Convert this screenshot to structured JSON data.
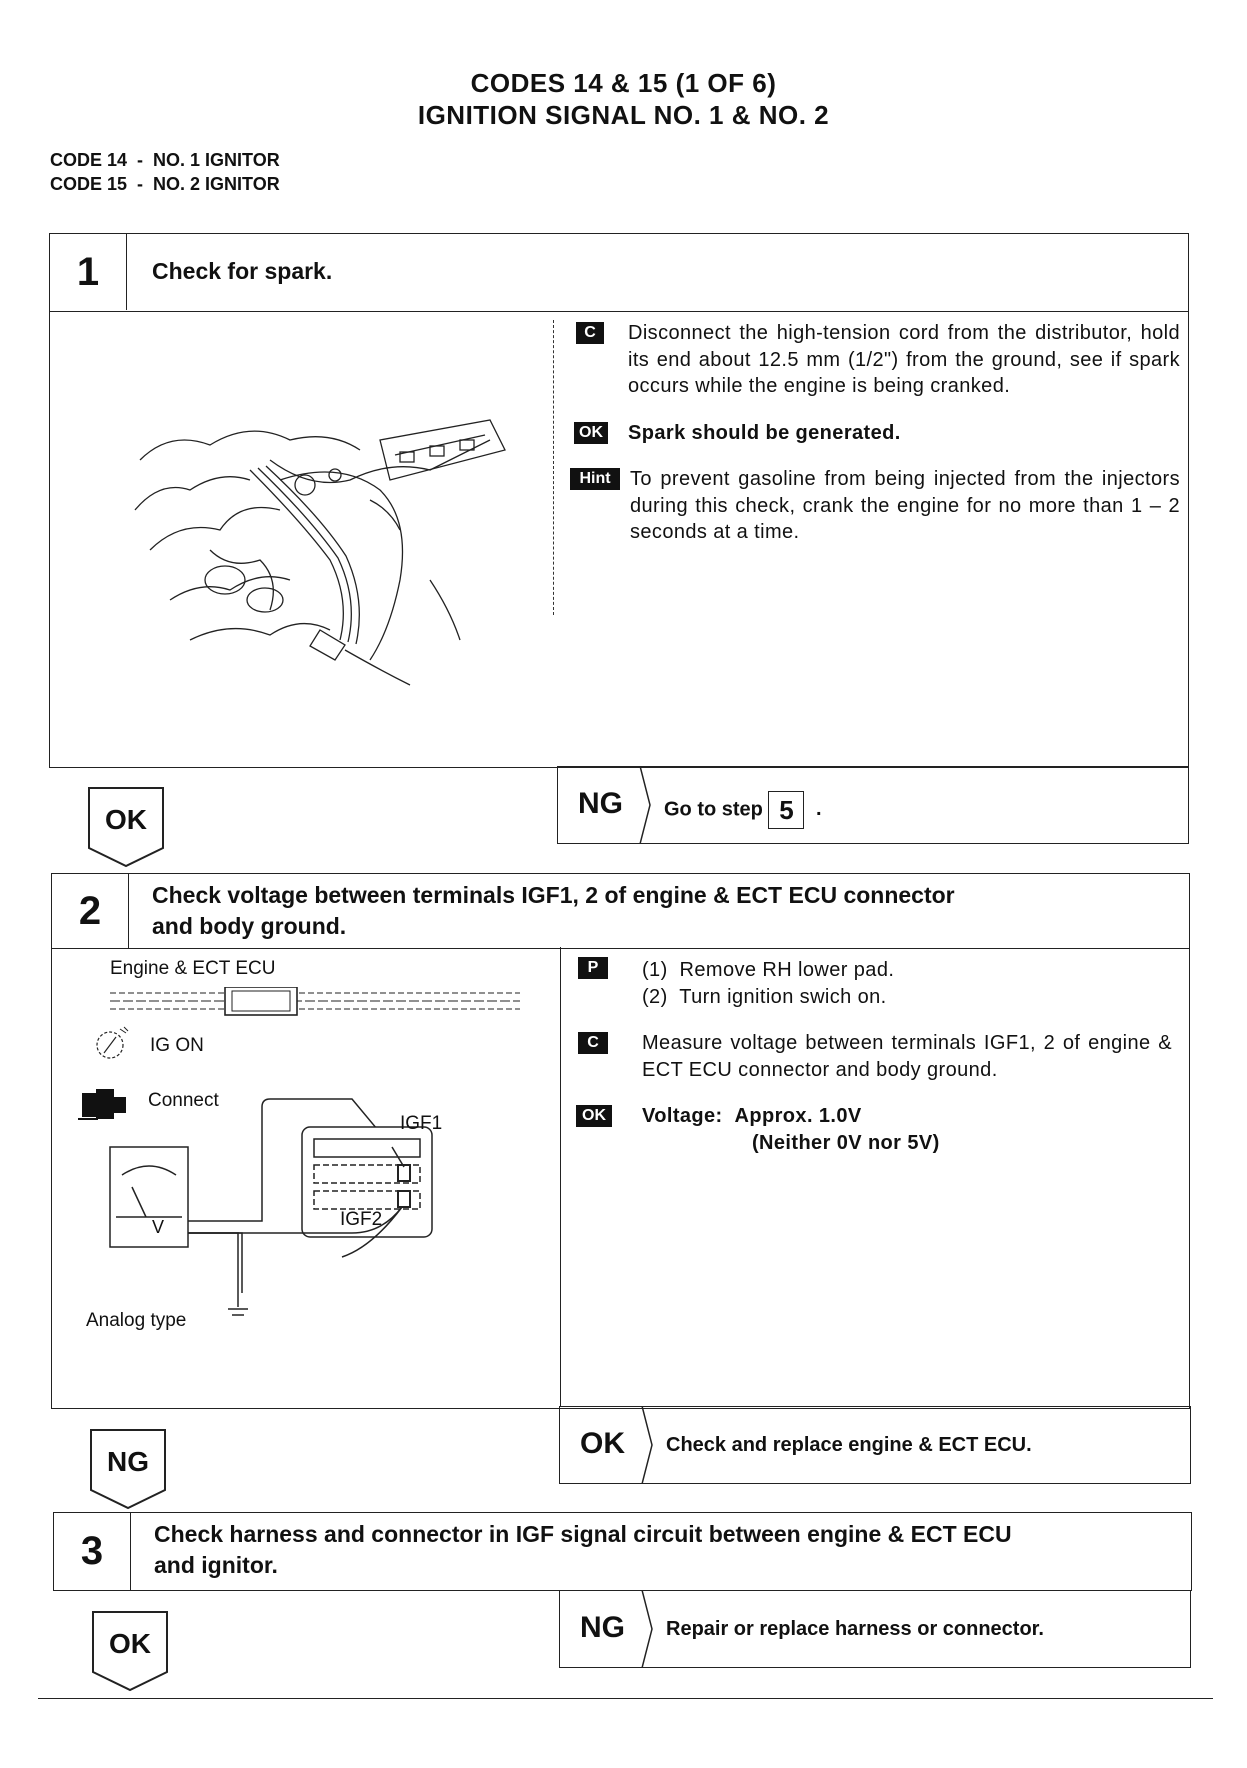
{
  "header": {
    "title_line1": "CODES 14 & 15 (1 OF 6)",
    "title_line2": "IGNITION SIGNAL NO. 1 & NO. 2",
    "code_lines": [
      "CODE 14  -  NO. 1 IGNITOR",
      "CODE 15  -  NO. 2 IGNITOR"
    ]
  },
  "step1": {
    "number": "1",
    "title": "Check for spark.",
    "c_tag": "C",
    "c_text": "Disconnect the high-tension cord from the distributor, hold its end about 12.5 mm (1/2\") from the ground, see if spark occurs while the engine is being cranked.",
    "ok_tag": "OK",
    "ok_text": "Spark should be generated.",
    "hint_tag": "Hint",
    "hint_text": "To prevent gasoline from being injected from the injectors during this check, crank the engine for no more than 1 – 2 seconds at a time.",
    "ok_shield": "OK",
    "ng_label": "NG",
    "ng_text": "Go to step",
    "ng_step": "5",
    "ng_period": "."
  },
  "step2": {
    "number": "2",
    "title_line1": "Check voltage between terminals IGF1, 2 of engine & ECT ECU connector",
    "title_line2": "and body ground.",
    "diagram": {
      "ecu_label": "Engine & ECT ECU",
      "ig_on": "IG ON",
      "connect": "Connect",
      "igf1": "IGF1",
      "igf2": "IGF2",
      "meter_v": "V",
      "analog": "Analog type"
    },
    "p_tag": "P",
    "p_items": [
      "(1)  Remove RH lower pad.",
      "(2)  Turn ignition swich on."
    ],
    "c_tag": "C",
    "c_text": "Measure voltage between terminals IGF1, 2 of engine & ECT ECU connector and body ground.",
    "ok_tag": "OK",
    "ok_label": "Voltage:",
    "ok_value1": "Approx. 1.0V",
    "ok_value2": "(Neither 0V nor 5V)",
    "ng_shield": "NG",
    "ok_label_result": "OK",
    "ok_result_text": "Check and replace engine & ECT ECU."
  },
  "step3": {
    "number": "3",
    "title_line1": "Check harness and connector in IGF signal circuit between engine & ECT ECU",
    "title_line2": "and ignitor.",
    "ok_shield": "OK",
    "ng_label": "NG",
    "ng_text": "Repair or replace harness or connector."
  }
}
